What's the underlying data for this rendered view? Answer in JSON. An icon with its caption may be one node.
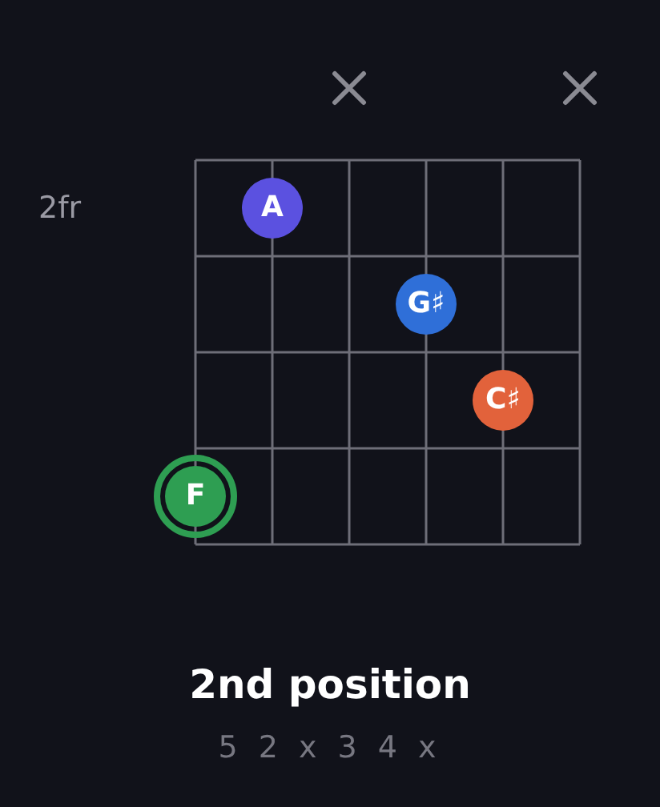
{
  "diagram": {
    "title": "2nd position",
    "caption": "5 2 x 3 4 x",
    "nodes": [
      {
        "text": [
          "A"
        ]
      },
      {
        "text": [
          "G♯"
        ]
      },
      {
        "text": [
          "C♯"
        ]
      },
      {
        "text": [
          "F"
        ]
      }
    ],
    "labels": [
      "2fr"
    ]
  }
}
